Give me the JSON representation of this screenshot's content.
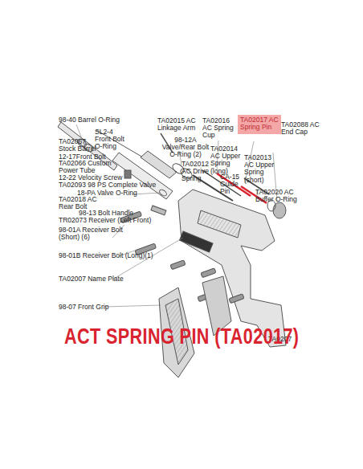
{
  "diagram": {
    "title": "ACT SPRING PIN (TA02017)",
    "nodes": [
      {
        "text": [
          "TA02017 AC Spring Pin"
        ]
      }
    ],
    "labels": [
      "98-40 Barrel O-Ring",
      "SL2-4 Front Bolt O-Ring",
      "TA02015 AC Linkage Arm",
      "98-12A Valve/Rear Bolt O-Ring (2)",
      "TA02016 AC Spring Cup",
      "TA02088 AC End Cap",
      "TA02067 Stock Barrel",
      "12-17Front Bolt",
      "TA02066 Custom Power Tube",
      "12-22 Velocity Screw",
      "TA02093 98 PS Complete Valve",
      "18-PA Valve O-Ring",
      "TA02018 AC Rear Bolt",
      "98-13 Bolt Handle",
      "TR02073 Receiver (Left Front)",
      "TA02012 AC Drive Spring",
      "TA02014 AC Upper Spring (long)",
      "CA-15 Guide Pin",
      "TA02013 AC Upper Spring (short)",
      "TA02020 AC Buffer O-Ring",
      "98-01A Receiver Bolt (Short) (6)",
      "98-01B Receiver Bolt (Long)(1)",
      "TA02007 Name Plate",
      "98-07 Front Grip",
      "TA0207"
    ]
  }
}
